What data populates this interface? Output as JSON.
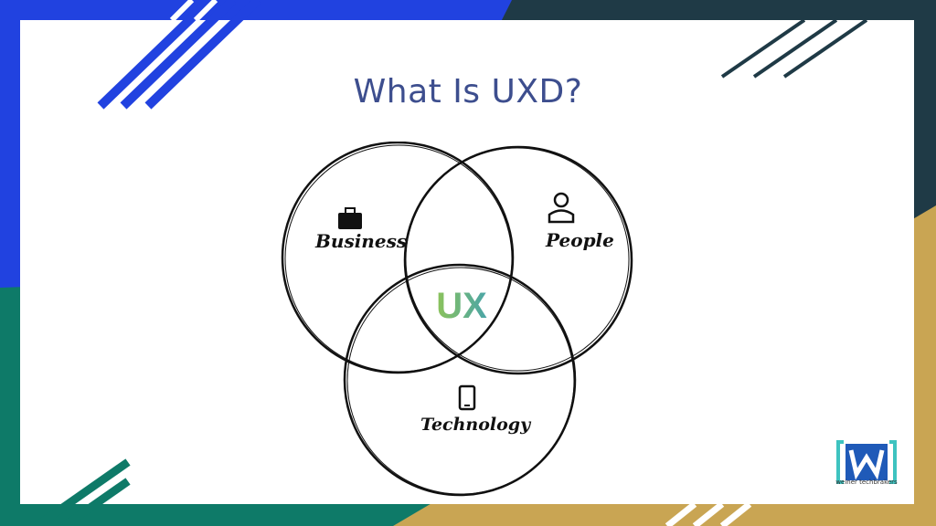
{
  "slide": {
    "title": "What Is UXD?"
  },
  "venn": {
    "circles": [
      {
        "label": "Business",
        "icon": "briefcase-icon"
      },
      {
        "label": "People",
        "icon": "person-icon"
      },
      {
        "label": "Technology",
        "icon": "smartphone-icon"
      }
    ],
    "center_label": "UX"
  },
  "logo": {
    "mark": "[W]",
    "caption": "weiner techbrakers"
  },
  "colors": {
    "blue": "#2142e0",
    "green": "#0e7a68",
    "gold": "#c9a553",
    "dark": "#1f3a46",
    "title": "#3d4e8e",
    "ux_green": "#7cbf5a",
    "ux_teal": "#4aa5a8"
  }
}
